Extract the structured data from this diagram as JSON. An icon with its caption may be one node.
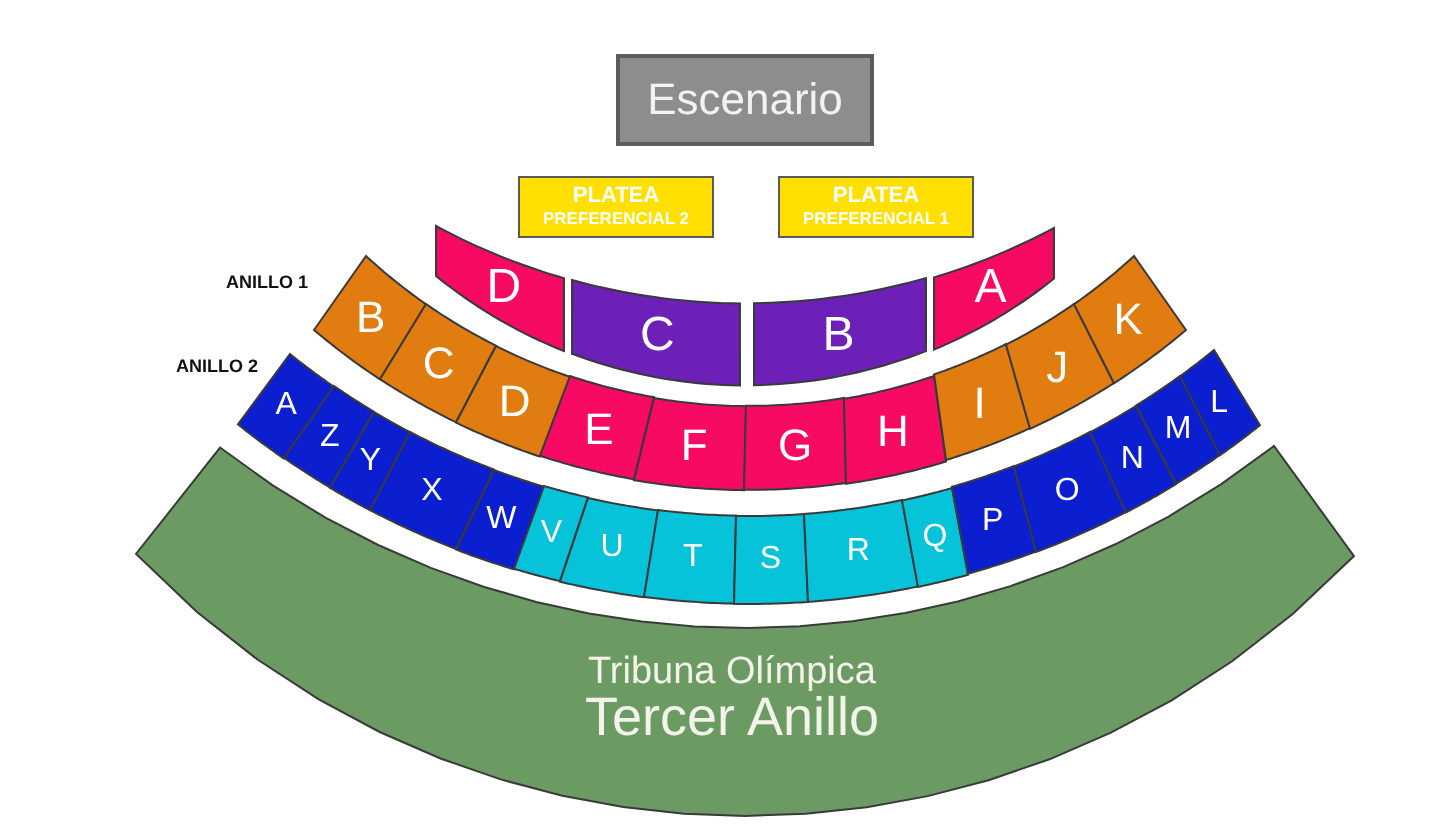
{
  "diagram": {
    "nodes": [
      {
        "text": [
          "Escenario"
        ]
      },
      {
        "text": [
          "PLATEA",
          "PREFERENCIAL 2"
        ]
      },
      {
        "text": [
          "PLATEA",
          "PREFERENCIAL 1"
        ]
      },
      {
        "text": [
          "D"
        ]
      },
      {
        "text": [
          "C"
        ]
      },
      {
        "text": [
          "B"
        ]
      },
      {
        "text": [
          "A"
        ]
      },
      {
        "text": [
          "B"
        ]
      },
      {
        "text": [
          "C"
        ]
      },
      {
        "text": [
          "D"
        ]
      },
      {
        "text": [
          "E"
        ]
      },
      {
        "text": [
          "F"
        ]
      },
      {
        "text": [
          "G"
        ]
      },
      {
        "text": [
          "H"
        ]
      },
      {
        "text": [
          "I"
        ]
      },
      {
        "text": [
          "J"
        ]
      },
      {
        "text": [
          "K"
        ]
      },
      {
        "text": [
          "A"
        ]
      },
      {
        "text": [
          "Z"
        ]
      },
      {
        "text": [
          "Y"
        ]
      },
      {
        "text": [
          "X"
        ]
      },
      {
        "text": [
          "W"
        ]
      },
      {
        "text": [
          "V"
        ]
      },
      {
        "text": [
          "U"
        ]
      },
      {
        "text": [
          "T"
        ]
      },
      {
        "text": [
          "S"
        ]
      },
      {
        "text": [
          "R"
        ]
      },
      {
        "text": [
          "Q"
        ]
      },
      {
        "text": [
          "P"
        ]
      },
      {
        "text": [
          "O"
        ]
      },
      {
        "text": [
          "N"
        ]
      },
      {
        "text": [
          "M"
        ]
      },
      {
        "text": [
          "L"
        ]
      },
      {
        "text": [
          "Tribuna Olímpica",
          "Tercer Anillo"
        ]
      }
    ],
    "labels": [
      "ANILLO 1",
      "ANILLO 2"
    ]
  }
}
